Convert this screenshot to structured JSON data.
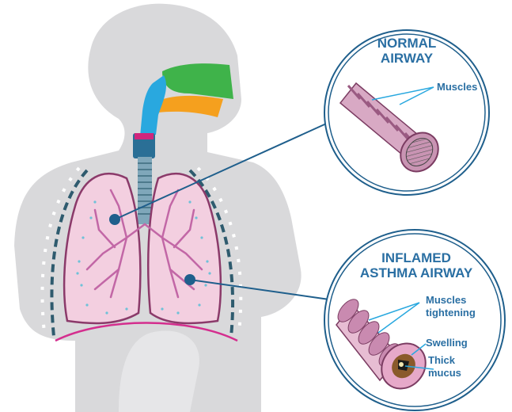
{
  "diagram": {
    "normal": {
      "title_line1": "NORMAL",
      "title_line2": "AIRWAY",
      "muscles_label": "Muscles"
    },
    "inflamed": {
      "title_line1": "INFLAMED",
      "title_line2": "ASTHMA AIRWAY",
      "muscles_label_line1": "Muscles",
      "muscles_label_line2": "tightening",
      "swelling_label": "Swelling",
      "mucus_label_line1": "Thick",
      "mucus_label_line2": "mucus"
    }
  },
  "colors": {
    "body_silhouette": "#d9d9db",
    "lung_fill": "#f3cfe0",
    "lung_outline": "#8b3a6a",
    "bronchi": "#c267a6",
    "trachea": "#7fa7ba",
    "nasal_green": "#3fb34a",
    "mouth_orange": "#f5a01e",
    "throat_blue": "#29a8df",
    "larynx_pink": "#d0267c",
    "diaphragm": "#d42e8e",
    "callout_blue": "#1f5f8c",
    "title_blue": "#2a6fa3",
    "rib_dash": "#2e5b6e"
  }
}
